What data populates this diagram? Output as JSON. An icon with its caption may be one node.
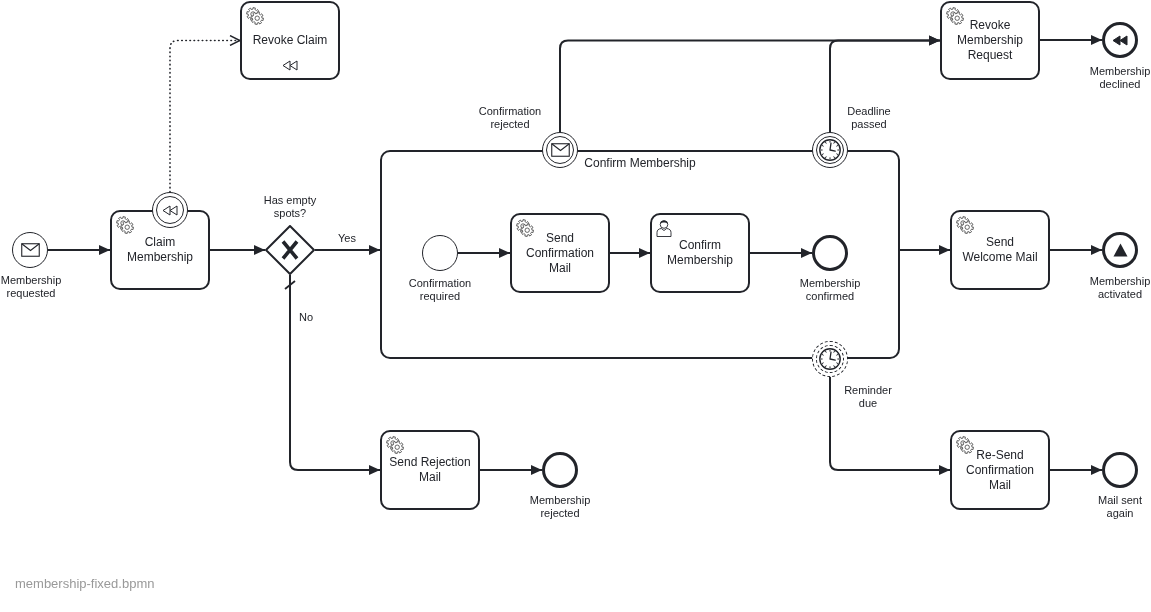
{
  "diagram": {
    "nodes": [
      {
        "text": [],
        "shape": "circle",
        "beside": [
          "Membership requested"
        ]
      },
      {
        "text": [
          "Claim Membership"
        ]
      },
      {
        "text": [],
        "shape": "circle"
      },
      {
        "text": [
          "Revoke Claim"
        ]
      },
      {
        "text": [],
        "shape": "diamond",
        "beside": [
          "Has empty spots?"
        ]
      },
      {
        "text": [
          "Confirm Membership"
        ]
      },
      {
        "text": [],
        "shape": "circle",
        "in": 5,
        "beside": [
          "Confirmation required"
        ]
      },
      {
        "text": [
          "Send Confirmation Mail"
        ],
        "in": 5
      },
      {
        "text": [
          "Confirm Membership"
        ],
        "in": 5
      },
      {
        "text": [],
        "shape": "circle",
        "in": 5,
        "beside": [
          "Membership confirmed"
        ]
      },
      {
        "text": [],
        "shape": "circle",
        "beside": [
          "Confirmation rejected"
        ]
      },
      {
        "text": [],
        "shape": "circle",
        "beside": [
          "Deadline passed"
        ]
      },
      {
        "text": [],
        "shape": "circle",
        "beside": [
          "Reminder due"
        ]
      },
      {
        "text": [
          "Revoke Membership Request"
        ]
      },
      {
        "text": [],
        "shape": "circle",
        "beside": [
          "Membership declined"
        ]
      },
      {
        "text": [
          "Send Welcome Mail"
        ]
      },
      {
        "text": [],
        "shape": "circle",
        "beside": [
          "Membership activated"
        ]
      },
      {
        "text": [
          "Send Rejection Mail"
        ]
      },
      {
        "text": [],
        "shape": "circle",
        "beside": [
          "Membership rejected"
        ]
      },
      {
        "text": [
          "Re-Send Confirmation Mail"
        ]
      },
      {
        "text": [],
        "shape": "circle",
        "beside": [
          "Mail sent again"
        ]
      }
    ],
    "edges": [
      {
        "from": 0,
        "to": 1,
        "arrow": "to"
      },
      {
        "from": 2,
        "to": 3,
        "arrow": "to",
        "style": "dashed"
      },
      {
        "from": 1,
        "to": 4,
        "arrow": "to"
      },
      {
        "from": 4,
        "to": 5,
        "arrow": "to",
        "label": "Yes"
      },
      {
        "from": 4,
        "to": 17,
        "arrow": "to",
        "label": "No"
      },
      {
        "from": 6,
        "to": 7,
        "arrow": "to"
      },
      {
        "from": 7,
        "to": 8,
        "arrow": "to"
      },
      {
        "from": 8,
        "to": 9,
        "arrow": "to"
      },
      {
        "from": 10,
        "to": 13,
        "arrow": "to"
      },
      {
        "from": 11,
        "to": 13,
        "arrow": "to"
      },
      {
        "from": 12,
        "to": 19,
        "arrow": "to"
      },
      {
        "from": 5,
        "to": 15,
        "arrow": "to"
      },
      {
        "from": 13,
        "to": 14,
        "arrow": "to"
      },
      {
        "from": 15,
        "to": 16,
        "arrow": "to"
      },
      {
        "from": 17,
        "to": 18,
        "arrow": "to"
      },
      {
        "from": 19,
        "to": 20,
        "arrow": "to"
      }
    ],
    "labels": [
      "membership-fixed.bpmn"
    ]
  }
}
